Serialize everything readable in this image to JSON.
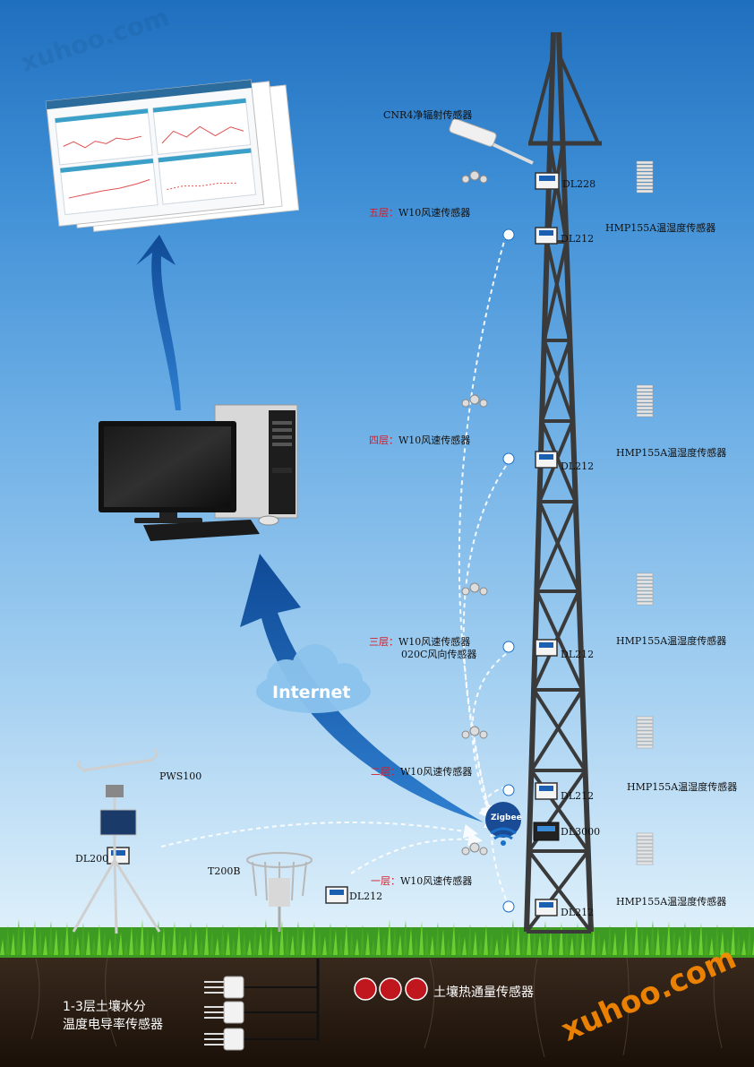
{
  "labels": {
    "cnr4": "CNR4净辐射传感器",
    "dl228": "DL228",
    "dl212": "DL212",
    "dl3000": "DL3000",
    "dl200": "DL200",
    "pws100": "PWS100",
    "t200b": "T200B",
    "hmp155a": "HMP155A温湿度传感器",
    "w10": "W10风速传感器",
    "c020": "020C风向传感器",
    "internet": "Internet",
    "zigbee": "Zigbee",
    "soil_heat_flux": "土壤热通量传感器",
    "soil_moisture_line1": "1-3层土壤水分",
    "soil_moisture_line2": "温度电导率传感器"
  },
  "levels": {
    "l5": "五层：",
    "l4": "四层：",
    "l3": "三层：",
    "l2": "二层：",
    "l1": "一层："
  },
  "watermark": "xuhoo.com",
  "colors": {
    "sky_top": "#1f6fbf",
    "tower": "#3a3a3a",
    "arrow_blue": "#1a5aa8",
    "level_red": "#d0202a",
    "soil": "#2a1a10"
  }
}
